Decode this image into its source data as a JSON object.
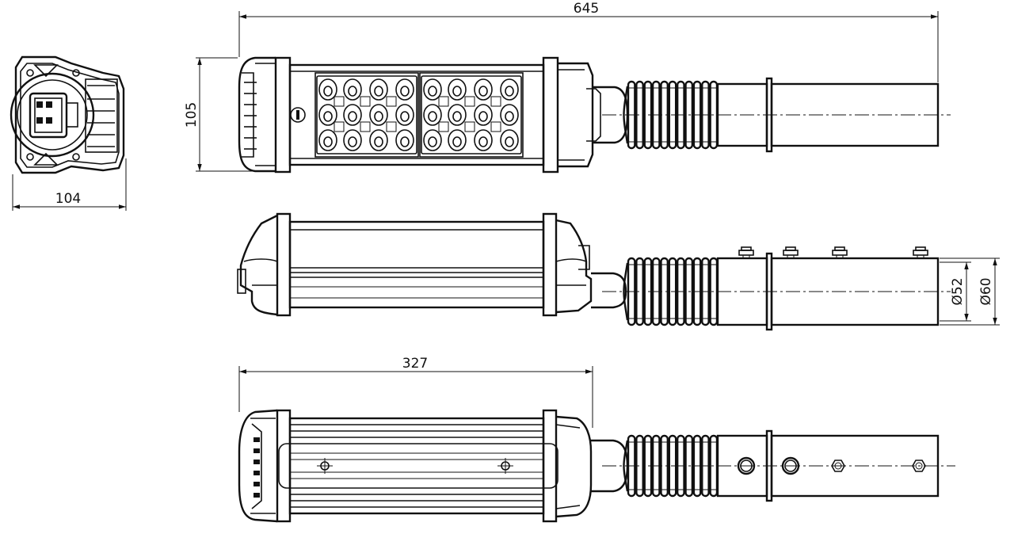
{
  "dimensions": {
    "overall_length": "645",
    "height": "105",
    "end_width": "104",
    "body_length": "327",
    "inner_diameter": "Ø52",
    "outer_diameter": "Ø60"
  }
}
